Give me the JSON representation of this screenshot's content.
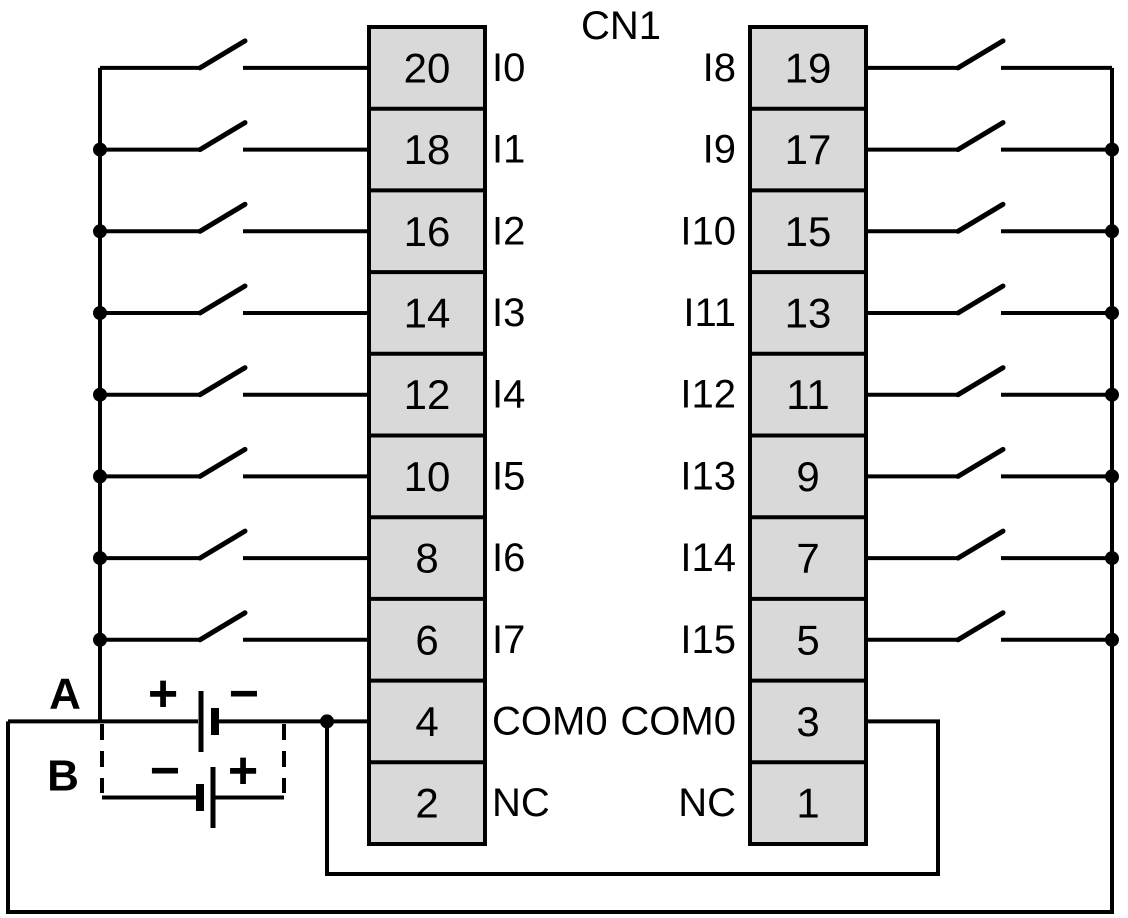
{
  "title": "CN1",
  "colors": {
    "line": "#000000",
    "connector_fill": "#d9d9d9",
    "background": "#ffffff"
  },
  "connector": {
    "left": {
      "pins": [
        "20",
        "18",
        "16",
        "14",
        "12",
        "10",
        "8",
        "6",
        "4",
        "2"
      ],
      "labels": [
        "I0",
        "I1",
        "I2",
        "I3",
        "I4",
        "I5",
        "I6",
        "I7",
        "COM0",
        "NC"
      ]
    },
    "right": {
      "pins": [
        "19",
        "17",
        "15",
        "13",
        "11",
        "9",
        "7",
        "5",
        "3",
        "1"
      ],
      "labels": [
        "I8",
        "I9",
        "I10",
        "I11",
        "I12",
        "I13",
        "I14",
        "I15",
        "COM0",
        "NC"
      ]
    }
  },
  "power_options": {
    "a": {
      "label": "A",
      "left_sign": "+",
      "right_sign": "−"
    },
    "b": {
      "label": "B",
      "left_sign": "−",
      "right_sign": "+"
    }
  }
}
